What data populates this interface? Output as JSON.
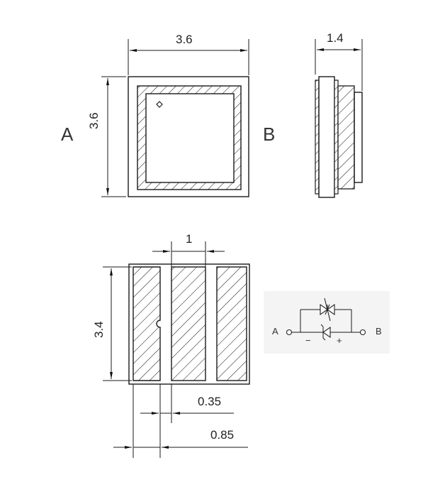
{
  "top_view": {
    "width_dim": "3.6",
    "height_dim": "3.6",
    "side_label_left": "A",
    "side_label_right": "B"
  },
  "side_view": {
    "thickness_dim": "1.4"
  },
  "bottom_view": {
    "pad_pitch_dim": "1",
    "height_dim": "3.4",
    "gap_dim": "0.35",
    "pad_width_dim": "0.85"
  },
  "schematic": {
    "terminal_a": "A",
    "terminal_b": "B",
    "minus": "−",
    "plus": "+"
  },
  "colors": {
    "line": "#1a1a1a",
    "background": "#ffffff",
    "schematic_bg": "#f4f4f4"
  }
}
